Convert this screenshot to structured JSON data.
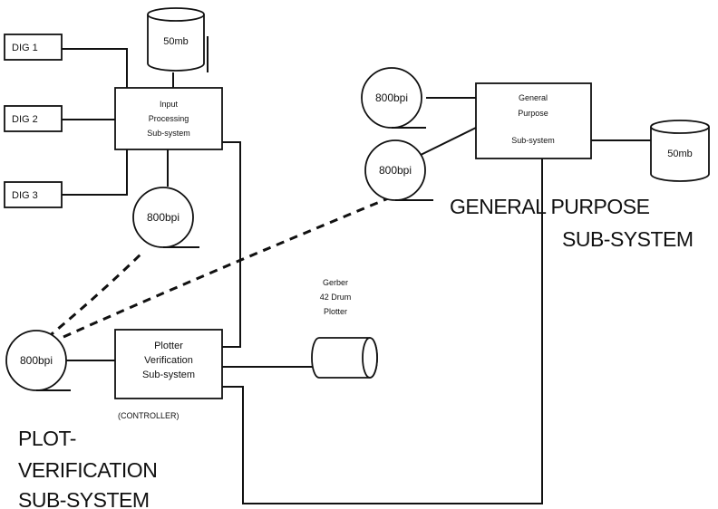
{
  "digitizers": [
    "DIG 1",
    "DIG 2",
    "DIG 3"
  ],
  "input_subsystem": [
    "Input",
    "Processing",
    "Sub-system"
  ],
  "general_subsystem": [
    "General",
    "Purpose",
    "Sub-system"
  ],
  "plotter_subsystem": [
    "Plotter",
    "Verification",
    "Sub-system"
  ],
  "controller_label": "(CONTROLLER)",
  "disk_label": "50mb",
  "tape_label": "800bpi",
  "plotter_device": [
    "Gerber",
    "42 Drum",
    "Plotter"
  ],
  "section_general": [
    "GENERAL PURPOSE",
    "SUB-SYSTEM"
  ],
  "section_plot": [
    "PLOT-",
    "VERIFICATION",
    "SUB-SYSTEM"
  ]
}
